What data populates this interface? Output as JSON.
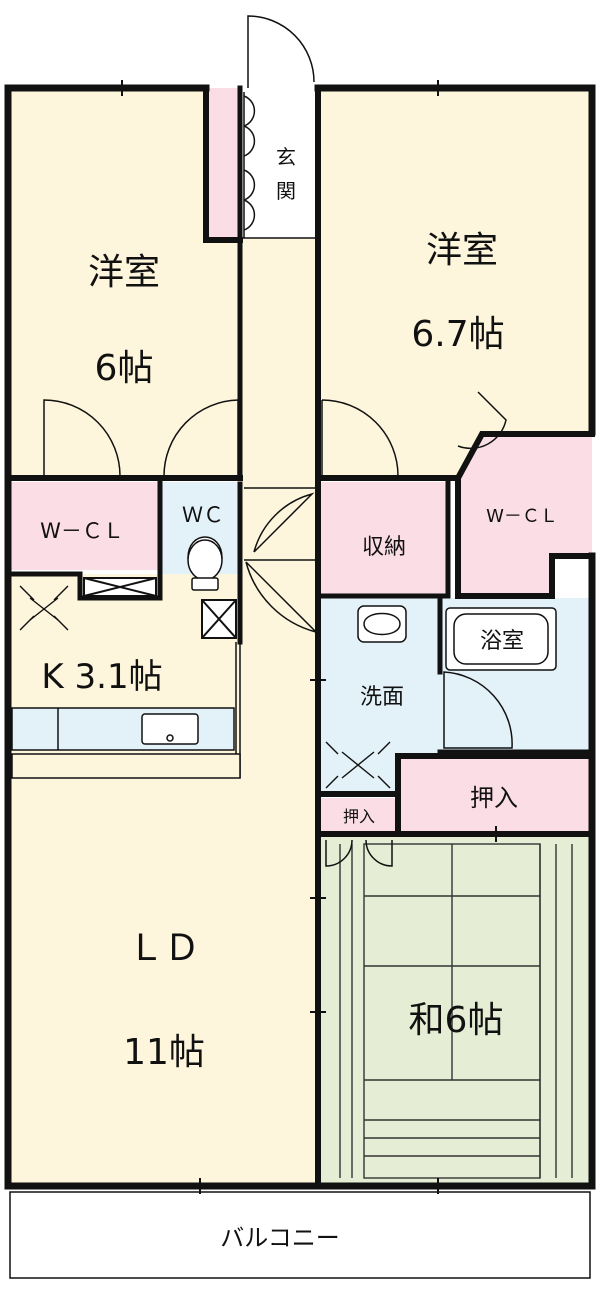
{
  "colors": {
    "room_cream": "#fdf5dc",
    "storage_pink": "#fbdde6",
    "wet_blue": "#e3f1f9",
    "tatami_green": "#e6edd5",
    "wall": "#111111",
    "balcony": "#ffffff"
  },
  "rooms": {
    "western_left": {
      "name": "洋室",
      "size": "6帖"
    },
    "western_right": {
      "name": "洋室",
      "size": "6.7帖"
    },
    "entrance": {
      "name_top": "玄",
      "name_bottom": "関"
    },
    "wcl_left": {
      "label": "W－ＣＬ"
    },
    "wcl_right": {
      "label": "W－ＣＬ"
    },
    "wc": {
      "label": "ＷＣ"
    },
    "storage": {
      "label": "収納"
    },
    "kitchen": {
      "label": "K 3.1帖"
    },
    "bath": {
      "label": "浴室"
    },
    "washroom": {
      "label": "洗面"
    },
    "closet_big": {
      "label": "押入"
    },
    "closet_small": {
      "label": "押入"
    },
    "ld": {
      "name": "ＬＤ",
      "size": "11帖"
    },
    "japanese": {
      "label": "和6帖"
    },
    "balcony": {
      "label": "バルコニー"
    }
  },
  "icons": [
    "door-swing-icon",
    "toilet-icon",
    "washbasin-icon",
    "bathtub-icon",
    "sink-icon",
    "ventilation-icon"
  ]
}
